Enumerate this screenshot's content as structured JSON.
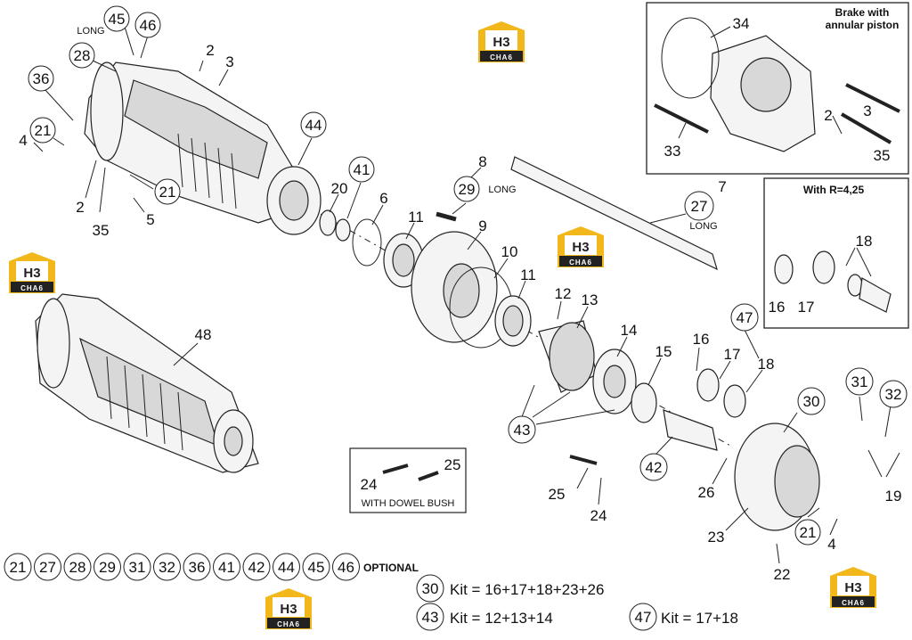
{
  "logo": {
    "main": "H3",
    "sub": "CHA6"
  },
  "notes": {
    "long": "LONG",
    "with_dowel_bush": "WITH DOWEL BUSH",
    "optional": "OPTIONAL",
    "brake_title_1": "Brake with",
    "brake_title_2": "annular piston",
    "ratio_title": "With R=4,25"
  },
  "callouts": {
    "c45": "45",
    "c46": "46",
    "c28": "28",
    "c2a": "2",
    "c3a": "3",
    "c36": "36",
    "c21a": "21",
    "c4a": "4",
    "c2b": "2",
    "c35a": "35",
    "c21b": "21",
    "c5": "5",
    "c44": "44",
    "c41": "41",
    "c20": "20",
    "c6": "6",
    "c11a": "11",
    "c8": "8",
    "c29": "29",
    "c9": "9",
    "c10": "10",
    "c11b": "11",
    "c27": "27",
    "c7": "7",
    "c12": "12",
    "c13": "13",
    "c14": "14",
    "c15": "15",
    "c43": "43",
    "c16a": "16",
    "c17a": "17",
    "c47": "47",
    "c18a": "18",
    "c42": "42",
    "c25a": "25",
    "c24a": "24",
    "c30": "30",
    "c31": "31",
    "c32": "32",
    "c19": "19",
    "c26": "26",
    "c23": "23",
    "c21c": "21",
    "c4b": "4",
    "c22": "22",
    "c48": "48",
    "c34": "34",
    "c2c": "2",
    "c3b": "3",
    "c33": "33",
    "c35b": "35",
    "c18b": "18",
    "c16b": "16",
    "c17b": "17",
    "c24b": "24",
    "c25b": "25"
  },
  "optional_list": [
    "21",
    "27",
    "28",
    "29",
    "31",
    "32",
    "36",
    "41",
    "42",
    "44",
    "45",
    "46"
  ],
  "kits": [
    {
      "num": "30",
      "text": "Kit = 16+17+18+23+26"
    },
    {
      "num": "43",
      "text": "Kit = 12+13+14"
    },
    {
      "num": "47",
      "text": "Kit = 17+18"
    }
  ]
}
